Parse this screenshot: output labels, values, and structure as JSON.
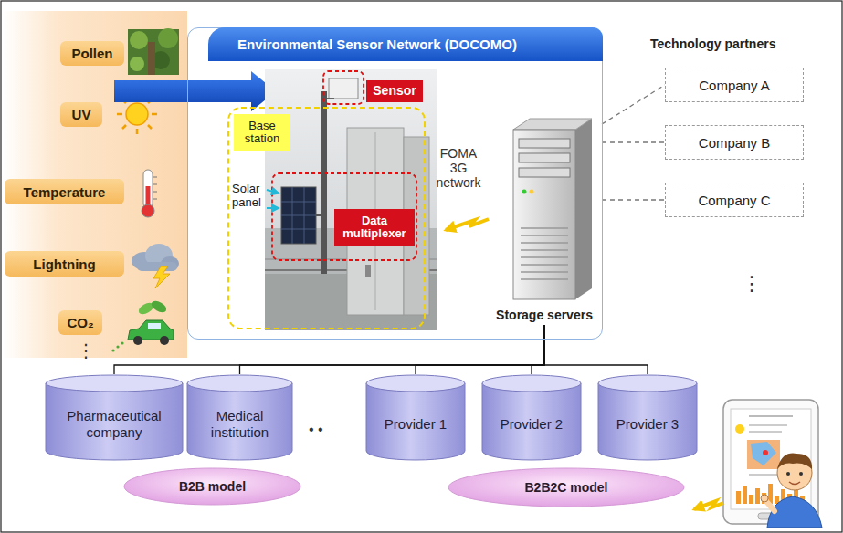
{
  "diagram": {
    "nodes": [
      {
        "text": [
          "Pollen"
        ]
      },
      {
        "text": [
          "UV"
        ]
      },
      {
        "text": [
          "Temperature"
        ]
      },
      {
        "text": [
          "Lightning"
        ]
      },
      {
        "text": [
          "CO₂"
        ]
      },
      {
        "text": [
          "Environmental Sensor Network (DOCOMO)"
        ]
      },
      {
        "text": [
          "Sensor"
        ],
        "in": 5
      },
      {
        "text": [
          "Base station"
        ],
        "in": 5
      },
      {
        "text": [
          "Data multiplexer"
        ],
        "in": 5
      },
      {
        "text": [
          "Storage servers"
        ],
        "in": 5
      },
      {
        "text": [
          "Company A"
        ]
      },
      {
        "text": [
          "Company B"
        ]
      },
      {
        "text": [
          "Company C"
        ]
      },
      {
        "text": [
          "Pharmaceutical company"
        ]
      },
      {
        "text": [
          "Medical institution"
        ]
      },
      {
        "text": [
          "Provider 1"
        ]
      },
      {
        "text": [
          "Provider 2"
        ]
      },
      {
        "text": [
          "Provider 3"
        ]
      },
      {
        "text": [
          "B2B model"
        ]
      },
      {
        "text": [
          "B2B2C model"
        ]
      }
    ],
    "edges": [
      {
        "from": 9,
        "to": 10,
        "arrow": "none"
      },
      {
        "from": 9,
        "to": 11,
        "arrow": "none"
      },
      {
        "from": 9,
        "to": 12,
        "arrow": "none"
      },
      {
        "from": 9,
        "to": 13,
        "arrow": "none"
      },
      {
        "from": 9,
        "to": 14,
        "arrow": "none"
      },
      {
        "from": 9,
        "to": 15,
        "arrow": "none"
      },
      {
        "from": 9,
        "to": 16,
        "arrow": "none"
      },
      {
        "from": 9,
        "to": 17,
        "arrow": "none"
      }
    ],
    "labels": [
      "⋮",
      "Solar panel",
      "FOMA 3G network",
      "Technology partners",
      "⋮",
      "• •"
    ]
  }
}
